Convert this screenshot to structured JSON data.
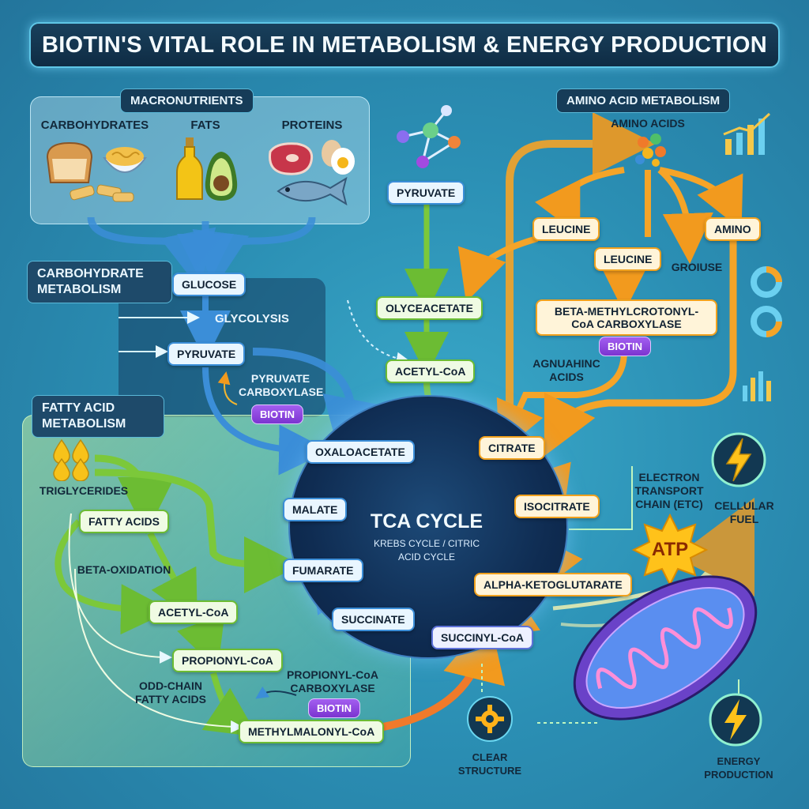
{
  "title": "BIOTIN'S VITAL ROLE IN METABOLISM & ENERGY PRODUCTION",
  "macronutrients": {
    "header": "MACRONUTRIENTS",
    "carbohydrates": "CARBOHYDRATES",
    "fats": "FATS",
    "proteins": "PROTEINS"
  },
  "carb_metabolism": {
    "header": "CARBOHYDRATE METABOLISM",
    "glucose": "GLUCOSE",
    "glycolysis": "GLYCOLYSIS",
    "pyruvate": "PYRUVATE",
    "enzyme": "PYRUVATE CARBOXYLASE",
    "biotin": "BIOTIN"
  },
  "fatty_acid_metabolism": {
    "header": "FATTY ACID METABOLISM",
    "triglycerides": "TRIGLYCERIDES",
    "fatty_acids": "FATTY ACIDS",
    "beta_oxidation": "BETA-OXIDATION",
    "acetyl_coa": "ACETYL-CoA",
    "propionyl_coa": "PROPIONYL-CoA",
    "odd_chain": "ODD-CHAIN FATTY ACIDS",
    "enzyme": "PROPIONYL-CoA CARBOXYLASE",
    "biotin": "BIOTIN",
    "methylmalonyl": "METHYLMALONYL-CoA"
  },
  "center_column": {
    "pyruvate": "PYRUVATE",
    "olyceacetate": "OLYCEACETATE",
    "acetyl_coa": "ACETYL-CoA"
  },
  "amino_acid_metabolism": {
    "header": "AMINO ACID METABOLISM",
    "amino_acids": "AMINO ACIDS",
    "leucine_1": "LEUCINE",
    "leucine_2": "LEUCINE",
    "amino": "AMINO",
    "groiuse": "GROIUSE",
    "enzyme": "BETA-METHYLCROTONYL-CoA CARBOXYLASE",
    "biotin": "BIOTIN",
    "agnuahinc": "AGNUAHINC ACIDS"
  },
  "tca": {
    "title": "TCA CYCLE",
    "subtitle": "KREBS CYCLE / CITRIC ACID CYCLE",
    "oxaloacetate": "OXALOACETATE",
    "citrate": "CITRATE",
    "isocitrate": "ISOCITRATE",
    "alpha_kg": "ALPHA-KETOGLUTARATE",
    "succinyl_coa": "SUCCINYL-CoA",
    "succinate": "SUCCINATE",
    "fumarate": "FUMARATE",
    "malate": "MALATE"
  },
  "energy": {
    "etc": "ELECTRON TRANSPORT CHAIN (ETC)",
    "cellular_fuel": "CELLULAR FUEL",
    "atp": "ATP",
    "clear_structure": "CLEAR STRUCTURE",
    "energy_production": "ENERGY PRODUCTION"
  },
  "colors": {
    "carb_flow": "#3b8ed8",
    "fat_flow": "#7cc83a",
    "amino_flow": "#f5a428",
    "tca_ring": "#f0a11e",
    "biotin": "#8a44e0",
    "atp": "#ffc21a"
  },
  "icons": [
    "bread-icon",
    "pasta-icon",
    "oil-bottle-icon",
    "avocado-icon",
    "steak-icon",
    "egg-icon",
    "fish-icon",
    "molecule-icon",
    "lightning-icon",
    "gear-icon",
    "atp-starburst-icon",
    "mitochondrion-icon",
    "bar-chart-icon",
    "donut-chart-icon",
    "oil-drops-icon"
  ]
}
